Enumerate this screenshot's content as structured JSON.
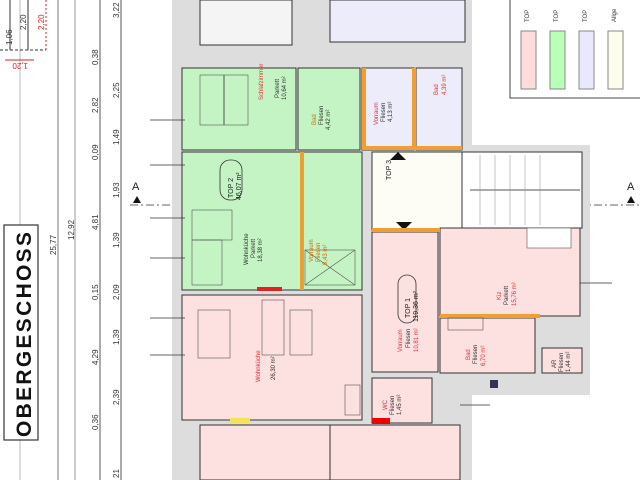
{
  "title": "OBERGESCHOSS",
  "section_marker": "A",
  "dimensions": {
    "top_left": [
      "1,06",
      "2,20"
    ],
    "top_left_red": [
      "2,20",
      "1,20"
    ],
    "overall": [
      "25,77",
      "12,92"
    ],
    "column1": [
      "0,38",
      "2,82",
      "0,09",
      "4,81",
      "0,15",
      "4,29",
      "0,36"
    ],
    "column2": [
      "3,22",
      "2,25",
      "1,49",
      "1,93",
      "1,39",
      "2,09",
      "1,39",
      "2,39",
      "21"
    ]
  },
  "units": [
    {
      "name": "TOP 2",
      "area": "46,07 m²"
    },
    {
      "name": "TOP 1",
      "area": "119,36 m²"
    },
    {
      "name": "TOP 3"
    }
  ],
  "rooms": {
    "schlafzimmer": {
      "name": "Schlafzimmer",
      "floor": "Parkett",
      "area": "10,64 m²"
    },
    "bad_top2": {
      "name": "Bad",
      "floor": "Fliesen",
      "area": "4,42 m²"
    },
    "vorraum_top3": {
      "name": "Vorraum",
      "floor": "Fliesen",
      "area": "4,13 m²"
    },
    "bad_top3": {
      "name": "Bad",
      "area": "4,39 m²"
    },
    "wohnkueche_top2": {
      "name": "Wohnküche",
      "floor": "Parkett",
      "area": "18,38 m²"
    },
    "vorraum_top2": {
      "name": "Vorraum",
      "floor": "Fliesen",
      "area": "9,43 m²"
    },
    "vorraum_top1": {
      "name": "Vorraum",
      "floor": "Fliesen",
      "area": "10,81 m²"
    },
    "kiz": {
      "name": "Kiz",
      "floor": "Parkett",
      "area": "15,76 m²"
    },
    "bad_top1": {
      "name": "Bad",
      "floor": "Fliesen",
      "area": "6,70 m²"
    },
    "ar": {
      "name": "AR",
      "floor": "Fliesen",
      "area": "1,44 m²"
    },
    "wc": {
      "name": "WC",
      "floor": "Fliesen",
      "area": "1,45 m²"
    },
    "wohnkueche_top1": {
      "name": "Wohnküche",
      "area": "26,30 m²"
    }
  },
  "legend": {
    "items": [
      {
        "label": "TOP",
        "color": "#ffdcdc"
      },
      {
        "label": "TOP",
        "color": "#b8ffb8"
      },
      {
        "label": "TOP",
        "color": "#e8e8ff"
      },
      {
        "label": "Allge",
        "color": "#fdfdec"
      }
    ]
  },
  "colors": {
    "top1": "#fde0e0",
    "top2": "#c4f4c4",
    "top3": "#ececfa",
    "walls_orange": "#f0a030",
    "door_marks": "#dd2222"
  }
}
